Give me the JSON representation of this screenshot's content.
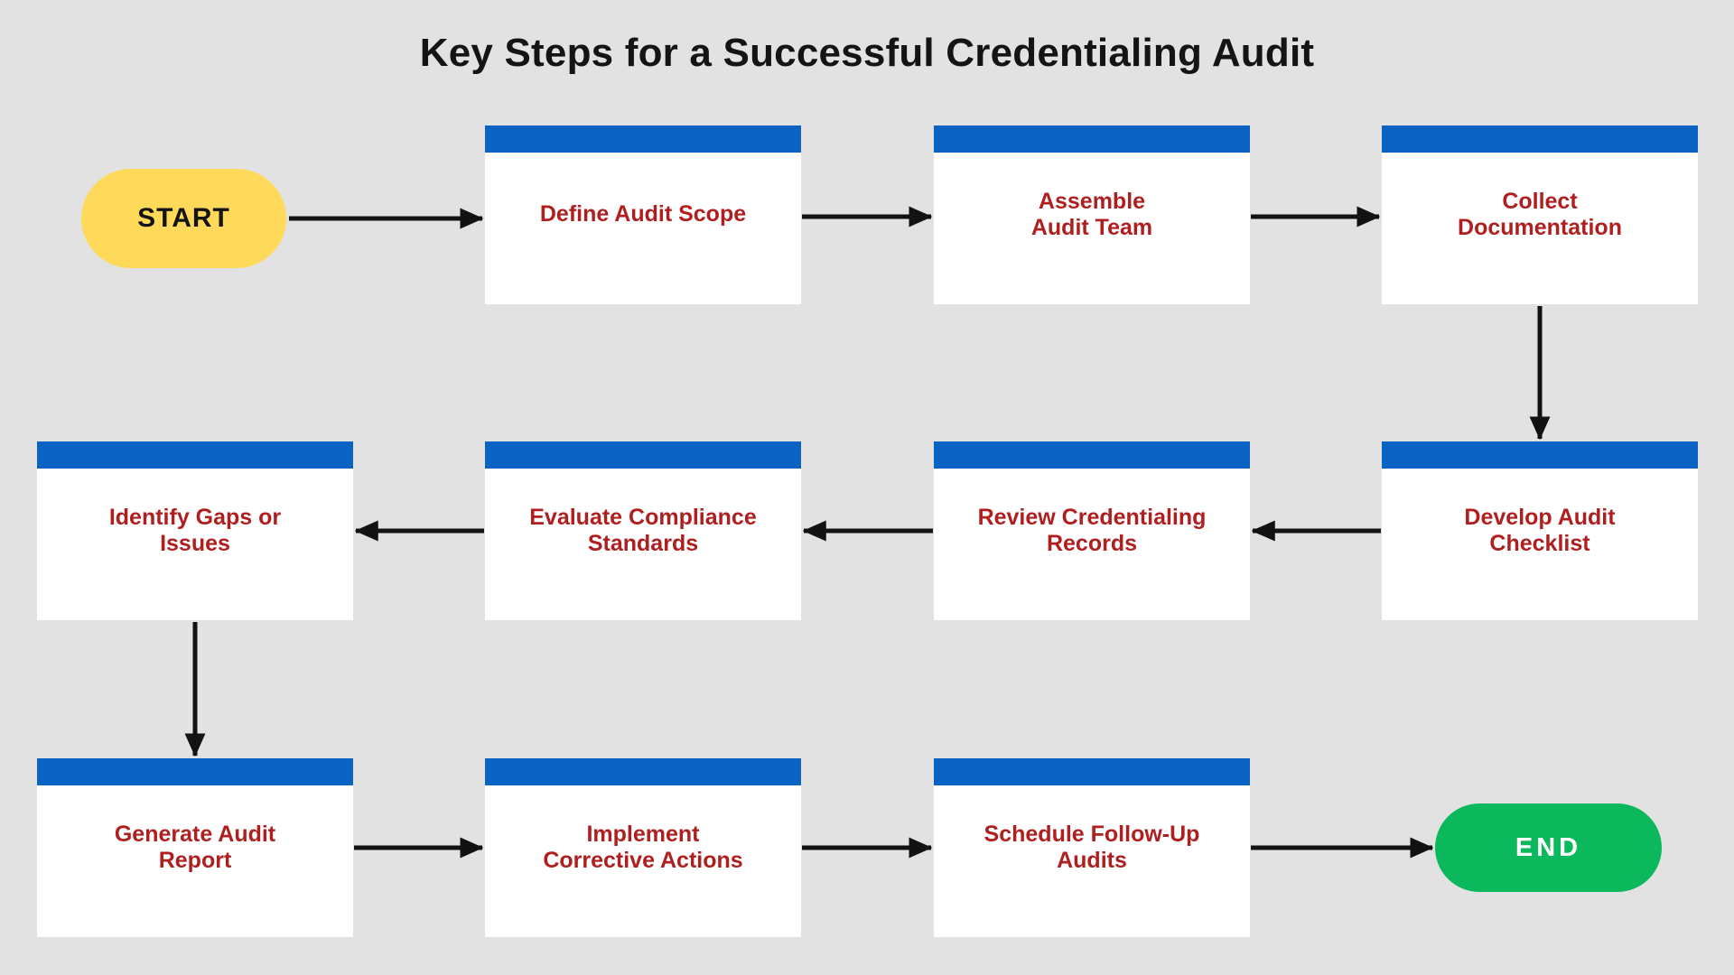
{
  "title": "Key Steps for a Successful Credentialing Audit",
  "colors": {
    "background": "#E2E2E2",
    "box_header": "#0A63C2",
    "box_body": "#FFFFFF",
    "box_text": "#B01F1F",
    "start_fill": "#FFD95A",
    "start_text": "#141414",
    "end_fill": "#0CB85C",
    "end_text": "#FFFFFF",
    "arrow": "#121212",
    "title_text": "#141414"
  },
  "terminals": {
    "start": {
      "label": "START"
    },
    "end": {
      "label": "END"
    }
  },
  "steps": [
    {
      "label": "Define Audit Scope"
    },
    {
      "label": "Assemble\nAudit Team"
    },
    {
      "label": "Collect\nDocumentation"
    },
    {
      "label": "Develop Audit\nChecklist"
    },
    {
      "label": "Review Credentialing\nRecords"
    },
    {
      "label": "Evaluate Compliance\nStandards"
    },
    {
      "label": "Identify Gaps or\nIssues"
    },
    {
      "label": "Generate Audit\nReport"
    },
    {
      "label": "Implement\nCorrective Actions"
    },
    {
      "label": "Schedule Follow-Up\nAudits"
    }
  ],
  "flow_order": [
    "START",
    "Define Audit Scope",
    "Assemble Audit Team",
    "Collect Documentation",
    "Develop Audit Checklist",
    "Review Credentialing Records",
    "Evaluate Compliance Standards",
    "Identify Gaps or Issues",
    "Generate Audit Report",
    "Implement Corrective Actions",
    "Schedule Follow-Up Audits",
    "END"
  ]
}
